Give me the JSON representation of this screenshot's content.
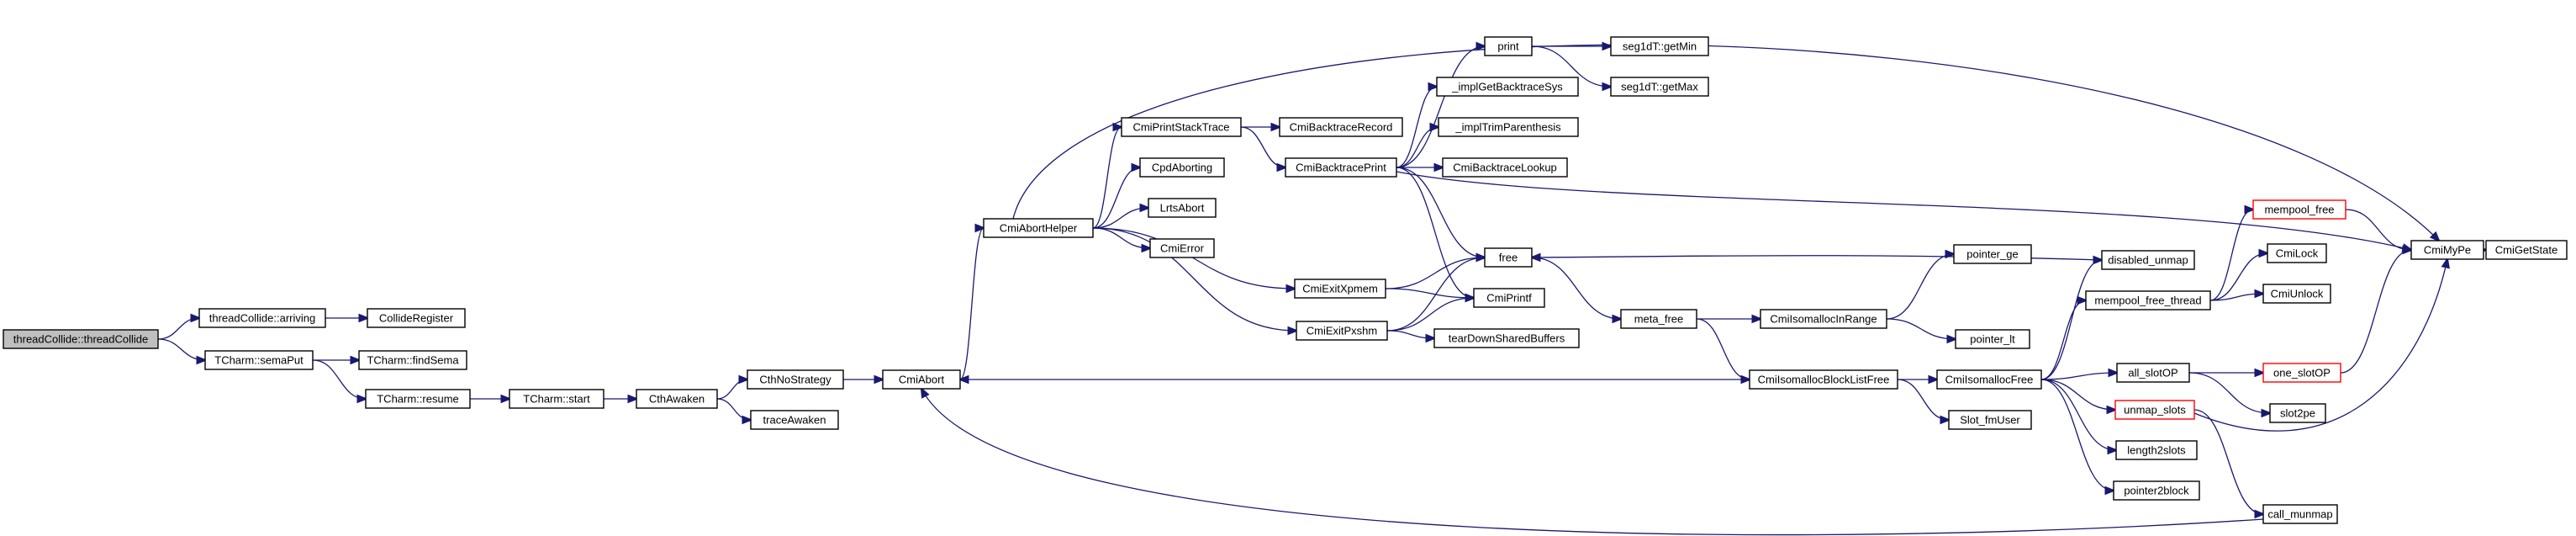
{
  "graph": {
    "colors": {
      "edge": "#191970",
      "root_fill": "#bfbfbf",
      "truncated_border": "#ff0000"
    },
    "nodes": [
      {
        "id": "n_threadCollide",
        "label": "threadCollide::threadCollide",
        "root": true
      },
      {
        "id": "n_arriving",
        "label": "threadCollide::arriving"
      },
      {
        "id": "n_CollideRegister",
        "label": "CollideRegister"
      },
      {
        "id": "n_semaPut",
        "label": "TCharm::semaPut"
      },
      {
        "id": "n_findSema",
        "label": "TCharm::findSema"
      },
      {
        "id": "n_resume",
        "label": "TCharm::resume"
      },
      {
        "id": "n_start",
        "label": "TCharm::start"
      },
      {
        "id": "n_CthAwaken",
        "label": "CthAwaken"
      },
      {
        "id": "n_CthNoStrategy",
        "label": "CthNoStrategy"
      },
      {
        "id": "n_traceAwaken",
        "label": "traceAwaken"
      },
      {
        "id": "n_CmiAbort",
        "label": "CmiAbort"
      },
      {
        "id": "n_CmiAbortHelper",
        "label": "CmiAbortHelper"
      },
      {
        "id": "n_CmiPrintStackTrace",
        "label": "CmiPrintStackTrace"
      },
      {
        "id": "n_CpdAborting",
        "label": "CpdAborting"
      },
      {
        "id": "n_LrtsAbort",
        "label": "LrtsAbort"
      },
      {
        "id": "n_CmiError",
        "label": "CmiError"
      },
      {
        "id": "n_CmiBacktraceRecord",
        "label": "CmiBacktraceRecord"
      },
      {
        "id": "n_CmiBacktracePrint",
        "label": "CmiBacktracePrint"
      },
      {
        "id": "n_CmiExitXpmem",
        "label": "CmiExitXpmem"
      },
      {
        "id": "n_CmiExitPxshm",
        "label": "CmiExitPxshm"
      },
      {
        "id": "n_print",
        "label": "print"
      },
      {
        "id": "n_implGetBacktraceSys",
        "label": "_implGetBacktraceSys"
      },
      {
        "id": "n_implTrimParenthesis",
        "label": "_implTrimParenthesis"
      },
      {
        "id": "n_CmiBacktraceLookup",
        "label": "CmiBacktraceLookup"
      },
      {
        "id": "n_free",
        "label": "free"
      },
      {
        "id": "n_CmiPrintf",
        "label": "CmiPrintf"
      },
      {
        "id": "n_tearDownSharedBuffers",
        "label": "tearDownSharedBuffers"
      },
      {
        "id": "n_getMin",
        "label": "seg1dT::getMin"
      },
      {
        "id": "n_getMax",
        "label": "seg1dT::getMax"
      },
      {
        "id": "n_meta_free",
        "label": "meta_free"
      },
      {
        "id": "n_CmiIsomallocInRange",
        "label": "CmiIsomallocInRange"
      },
      {
        "id": "n_pointer_ge",
        "label": "pointer_ge"
      },
      {
        "id": "n_pointer_lt",
        "label": "pointer_lt"
      },
      {
        "id": "n_CmiIsomallocBlockListFree",
        "label": "CmiIsomallocBlockListFree"
      },
      {
        "id": "n_Slot_fmUser",
        "label": "Slot_fmUser"
      },
      {
        "id": "n_CmiIsomallocFree",
        "label": "CmiIsomallocFree"
      },
      {
        "id": "n_disabled_unmap",
        "label": "disabled_unmap"
      },
      {
        "id": "n_mempool_free_thread",
        "label": "mempool_free_thread"
      },
      {
        "id": "n_mempool_free",
        "label": "mempool_free",
        "truncated": true
      },
      {
        "id": "n_CmiLock",
        "label": "CmiLock"
      },
      {
        "id": "n_CmiUnlock",
        "label": "CmiUnlock"
      },
      {
        "id": "n_all_slotOP",
        "label": "all_slotOP"
      },
      {
        "id": "n_one_slotOP",
        "label": "one_slotOP",
        "truncated": true
      },
      {
        "id": "n_slot2pe",
        "label": "slot2pe"
      },
      {
        "id": "n_unmap_slots",
        "label": "unmap_slots",
        "truncated": true
      },
      {
        "id": "n_length2slots",
        "label": "length2slots"
      },
      {
        "id": "n_pointer2block",
        "label": "pointer2block"
      },
      {
        "id": "n_call_munmap",
        "label": "call_munmap"
      },
      {
        "id": "n_CmiMyPe",
        "label": "CmiMyPe"
      },
      {
        "id": "n_CmiGetState",
        "label": "CmiGetState"
      }
    ]
  }
}
